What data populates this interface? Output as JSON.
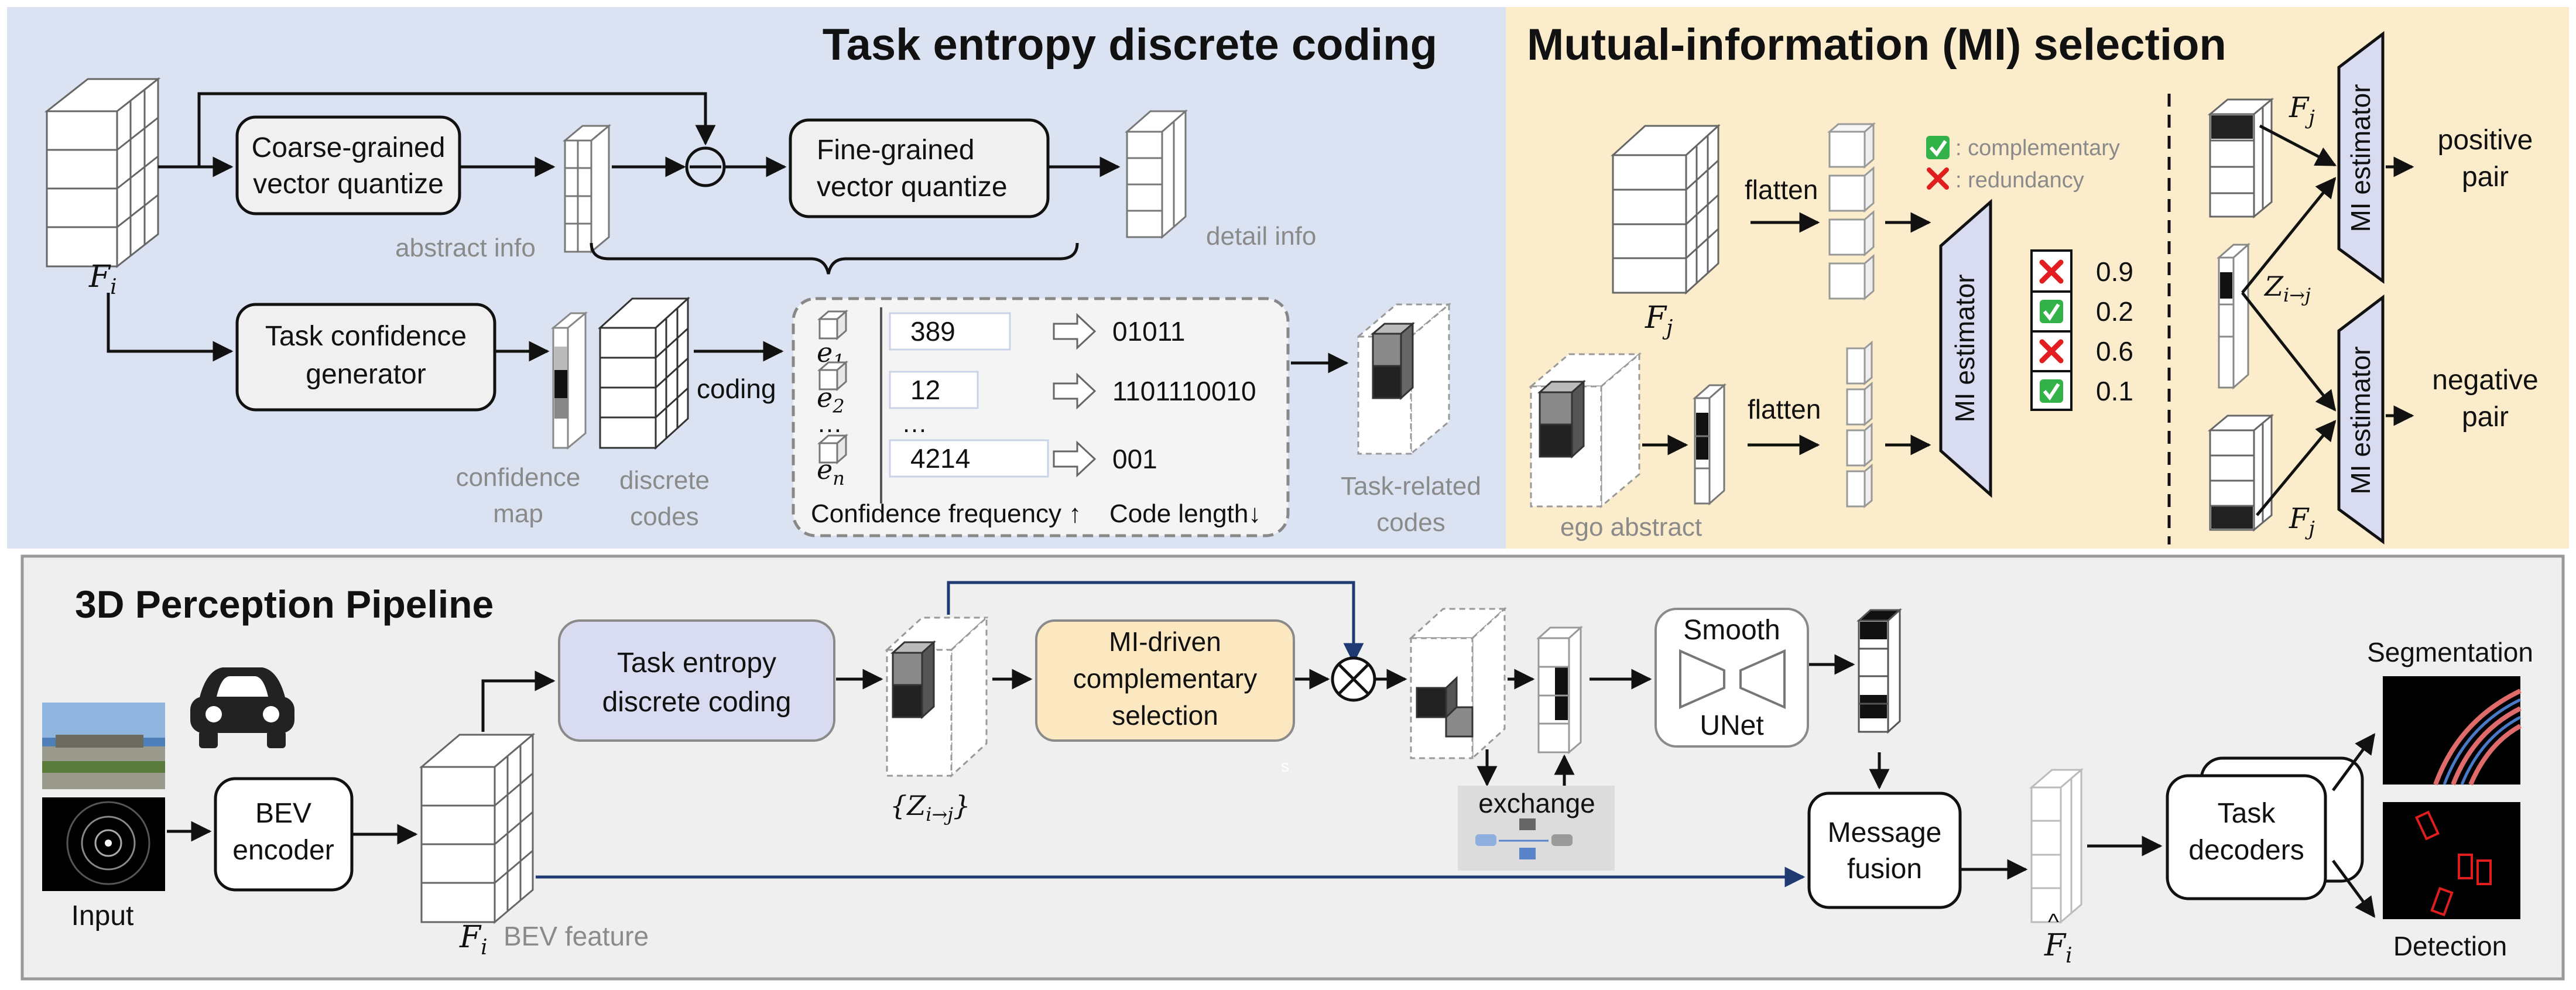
{
  "colors": {
    "blue_panel": "#dbe3f2",
    "yellow_panel": "#fbeccb",
    "gray_panel": "#efefef",
    "box_fill": "#f0f0f0",
    "te_box_fill": "#d9dcf0",
    "mi_box_fill": "#fce8c0",
    "arrow_dark": "#1f3a73",
    "gray_text": "#8a8a8a",
    "check_green": "#33b249",
    "cross_red": "#e01e1e"
  },
  "top_left": {
    "title": "Task entropy discrete coding",
    "fi_label": "F",
    "fi_sub": "i",
    "coarse_vq": [
      "Coarse-grained",
      "vector quantize"
    ],
    "fine_vq": [
      "Fine-grained",
      "vector quantize"
    ],
    "abstract_info": "abstract info",
    "detail_info": "detail info",
    "task_conf_gen": [
      "Task confidence",
      "generator"
    ],
    "confidence_map": [
      "confidence",
      "map"
    ],
    "discrete_codes": [
      "discrete",
      "codes"
    ],
    "coding": "coding",
    "task_related_codes": [
      "Task-related",
      "codes"
    ],
    "codebook": {
      "rows": [
        {
          "e": "e",
          "sub": "1",
          "value": "389",
          "code": "01011"
        },
        {
          "e": "e",
          "sub": "2",
          "value": "12",
          "code": "1101110010"
        },
        {
          "e": "e",
          "sub": "n",
          "value": "4214",
          "code": "001"
        }
      ],
      "ellipsis": "…",
      "footer_left": "Confidence frequency ↑",
      "footer_right": "Code length↓"
    }
  },
  "top_right": {
    "title": "Mutual-information (MI) selection",
    "flatten": "flatten",
    "fj_label": "F",
    "fj_sub": "j",
    "ego_abstract": "ego abstract",
    "legend": {
      "complementary": ": complementary",
      "redundancy": ": redundancy"
    },
    "mi_estimator": "MI estimator",
    "scores": [
      {
        "mark": "cross",
        "value": "0.9"
      },
      {
        "mark": "check",
        "value": "0.2"
      },
      {
        "mark": "cross",
        "value": "0.6"
      },
      {
        "mark": "check",
        "value": "0.1"
      }
    ],
    "z_label": "Z",
    "z_sub": "i→j",
    "positive_pair": [
      "positive",
      "pair"
    ],
    "negative_pair": [
      "negative",
      "pair"
    ]
  },
  "bottom": {
    "title": "3D Perception Pipeline",
    "input": "Input",
    "bev_encoder": [
      "BEV",
      "encoder"
    ],
    "fi_label": "F",
    "fi_sub": "i",
    "bev_feature": "BEV feature",
    "task_entropy_box": [
      "Task entropy",
      "discrete coding"
    ],
    "z_set": "{Z",
    "z_set_sub": "i→j",
    "z_set_close": "}",
    "mi_driven": [
      "MI-driven",
      "complementary",
      "selection"
    ],
    "stray_s": "s",
    "exchange": "exchange",
    "smooth": "Smooth",
    "unet": "UNet",
    "message_fusion": [
      "Message",
      "fusion"
    ],
    "fhat_label": "F",
    "fhat_sub": "i",
    "task_decoders": [
      "Task",
      "decoders"
    ],
    "segmentation": "Segmentation",
    "detection": "Detection"
  }
}
